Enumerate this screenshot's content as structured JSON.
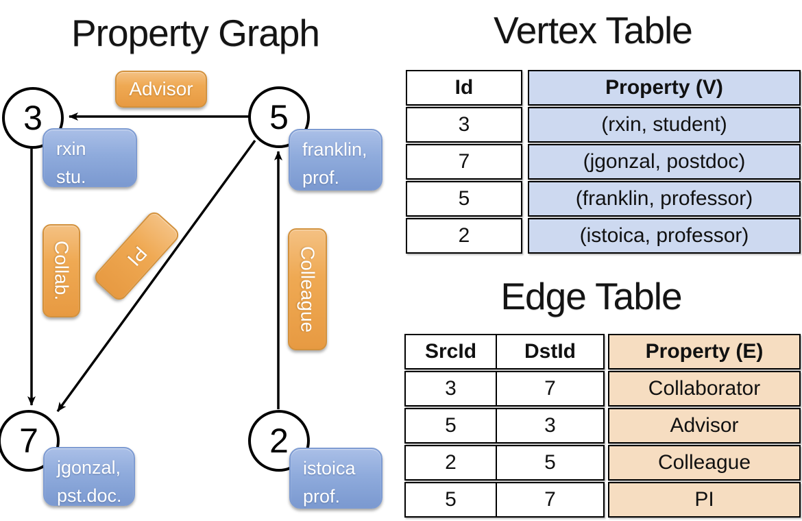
{
  "graph": {
    "title": "Property Graph",
    "vertices": [
      {
        "id": "3",
        "label_lines": [
          "rxin",
          "stu."
        ]
      },
      {
        "id": "5",
        "label_lines": [
          "franklin,",
          "prof."
        ]
      },
      {
        "id": "7",
        "label_lines": [
          "jgonzal,",
          "pst.doc."
        ]
      },
      {
        "id": "2",
        "label_lines": [
          "istoica",
          "prof."
        ]
      }
    ],
    "edges": [
      {
        "src": "5",
        "dst": "3",
        "label": "Advisor"
      },
      {
        "src": "3",
        "dst": "7",
        "label": "Collab."
      },
      {
        "src": "5",
        "dst": "7",
        "label": "PI"
      },
      {
        "src": "2",
        "dst": "5",
        "label": "Colleague"
      }
    ]
  },
  "vertex_table": {
    "title": "Vertex Table",
    "columns": [
      "Id",
      "Property (V)"
    ],
    "rows": [
      [
        "3",
        "(rxin, student)"
      ],
      [
        "7",
        "(jgonzal, postdoc)"
      ],
      [
        "5",
        "(franklin, professor)"
      ],
      [
        "2",
        "(istoica, professor)"
      ]
    ]
  },
  "edge_table": {
    "title": "Edge Table",
    "columns": [
      "SrcId",
      "DstId",
      "Property (E)"
    ],
    "rows": [
      [
        "3",
        "7",
        "Collaborator"
      ],
      [
        "5",
        "3",
        "Advisor"
      ],
      [
        "2",
        "5",
        "Colleague"
      ],
      [
        "5",
        "7",
        "PI"
      ]
    ]
  },
  "colors": {
    "edge_label_orange": "#efa953",
    "vertex_label_blue": "#8fabdc",
    "vertex_property_fill": "#cdd9f0",
    "edge_property_fill": "#f6ddc1",
    "line_black": "#000000"
  }
}
